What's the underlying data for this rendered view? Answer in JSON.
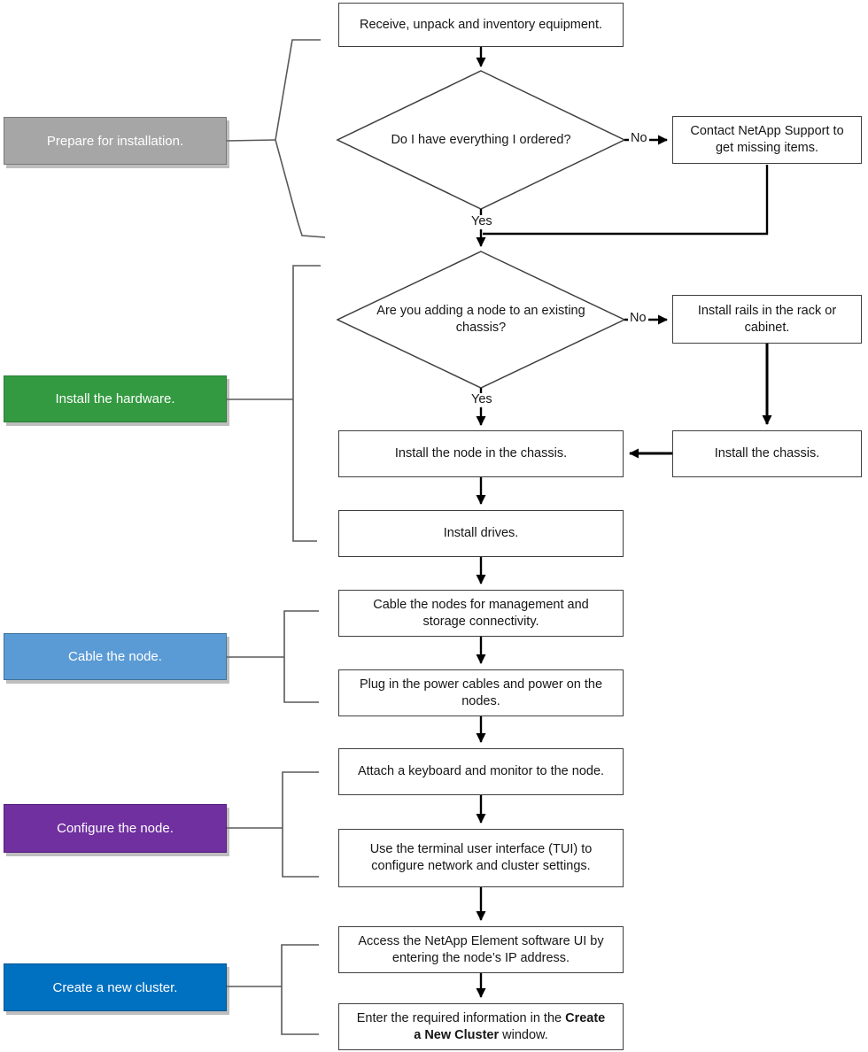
{
  "phases": [
    {
      "label": "Prepare for installation.",
      "color": "#a6a6a6",
      "border": "#787878"
    },
    {
      "label": "Install the hardware.",
      "color": "#349a41",
      "border": "#2b7d36"
    },
    {
      "label": "Cable the node.",
      "color": "#5b9bd5",
      "border": "#41719c"
    },
    {
      "label": "Configure the node.",
      "color": "#7030a0",
      "border": "#551e7e"
    },
    {
      "label": "Create a new cluster.",
      "color": "#0070c0",
      "border": "#00568f"
    }
  ],
  "decisions": {
    "have_everything": "Do I have everything I ordered?",
    "adding_node": "Are you adding a node to an existing chassis?"
  },
  "branches": {
    "yes": "Yes",
    "no": "No"
  },
  "steps": {
    "receive": "Receive, unpack and inventory equipment.",
    "contact_support": "Contact NetApp Support to get missing items.",
    "install_rails": "Install rails in the rack or cabinet.",
    "install_node": "Install the node in the chassis.",
    "install_chassis": "Install the chassis.",
    "install_drives": "Install drives.",
    "cable_nodes": "Cable the nodes for management and storage connectivity.",
    "plug_power": "Plug in the power cables and power on the nodes.",
    "attach_keyboard": "Attach a keyboard and monitor to the node.",
    "use_tui": "Use the terminal user interface (TUI) to configure network and cluster settings.",
    "access_ui": "Access the NetApp Element software UI by entering the node’s IP address.",
    "enter_info_pre": "Enter the required information in the ",
    "enter_info_bold": "Create a New Cluster",
    "enter_info_post": " window."
  }
}
